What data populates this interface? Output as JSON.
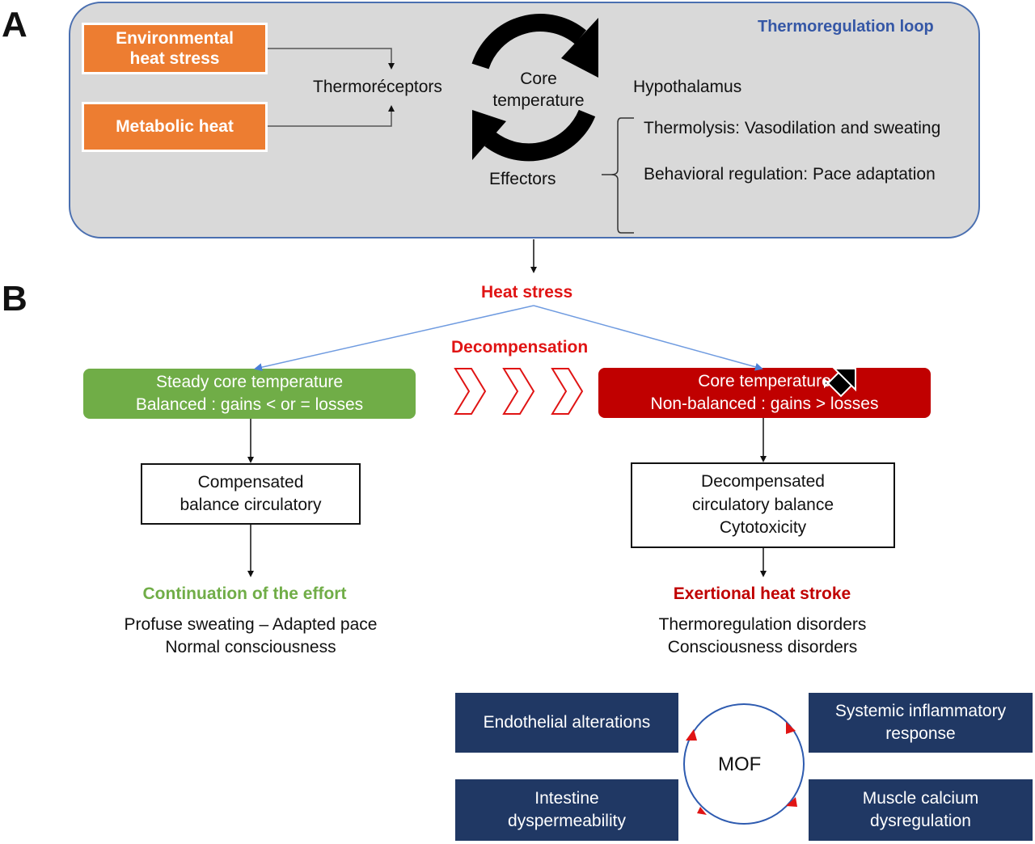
{
  "panel_a": {
    "letter": "A",
    "title": "Thermoregulation loop",
    "env_heat_line1": "Environmental",
    "env_heat_line2": "heat stress",
    "metabolic_heat": "Metabolic heat",
    "thermoreceptors": "Thermoréceptors",
    "core_temp_line1": "Core",
    "core_temp_line2": "temperature",
    "effectors": "Effectors",
    "hypothalamus": "Hypothalamus",
    "thermolysis": "Thermolysis: Vasodilation and sweating",
    "behavioral": "Behavioral regulation: Pace adaptation"
  },
  "panel_b": {
    "letter": "B",
    "heat_stress": "Heat stress",
    "decompensation": "Decompensation",
    "steady_line1": "Steady core temperature",
    "steady_line2": "Balanced : gains < or = losses",
    "core_line1": "Core temperature",
    "core_line2": "Non-balanced : gains > losses",
    "compensated_line1": "Compensated",
    "compensated_line2": "balance circulatory",
    "decompensated_line1": "Decompensated",
    "decompensated_line2": "circulatory balance",
    "decompensated_line3": "Cytotoxicity",
    "continuation": "Continuation of the effort",
    "continuation_line1": "Profuse sweating – Adapted pace",
    "continuation_line2": "Normal consciousness",
    "exertional": "Exertional heat stroke",
    "exertional_line1": "Thermoregulation disorders",
    "exertional_line2": "Consciousness disorders",
    "endothelial": "Endothelial alterations",
    "systemic_line1": "Systemic inflammatory",
    "systemic_line2": "response",
    "intestine_line1": "Intestine",
    "intestine_line2": "dyspermeability",
    "muscle_line1": "Muscle calcium",
    "muscle_line2": "dysregulation",
    "mof": "MOF"
  },
  "colors": {
    "orange": "#ed7d31",
    "green": "#70ad47",
    "red": "#c00000",
    "bright_red": "#e01414",
    "navy": "#203864",
    "loop_blue": "#3557a6",
    "panel_gray": "#d9d9d9"
  }
}
